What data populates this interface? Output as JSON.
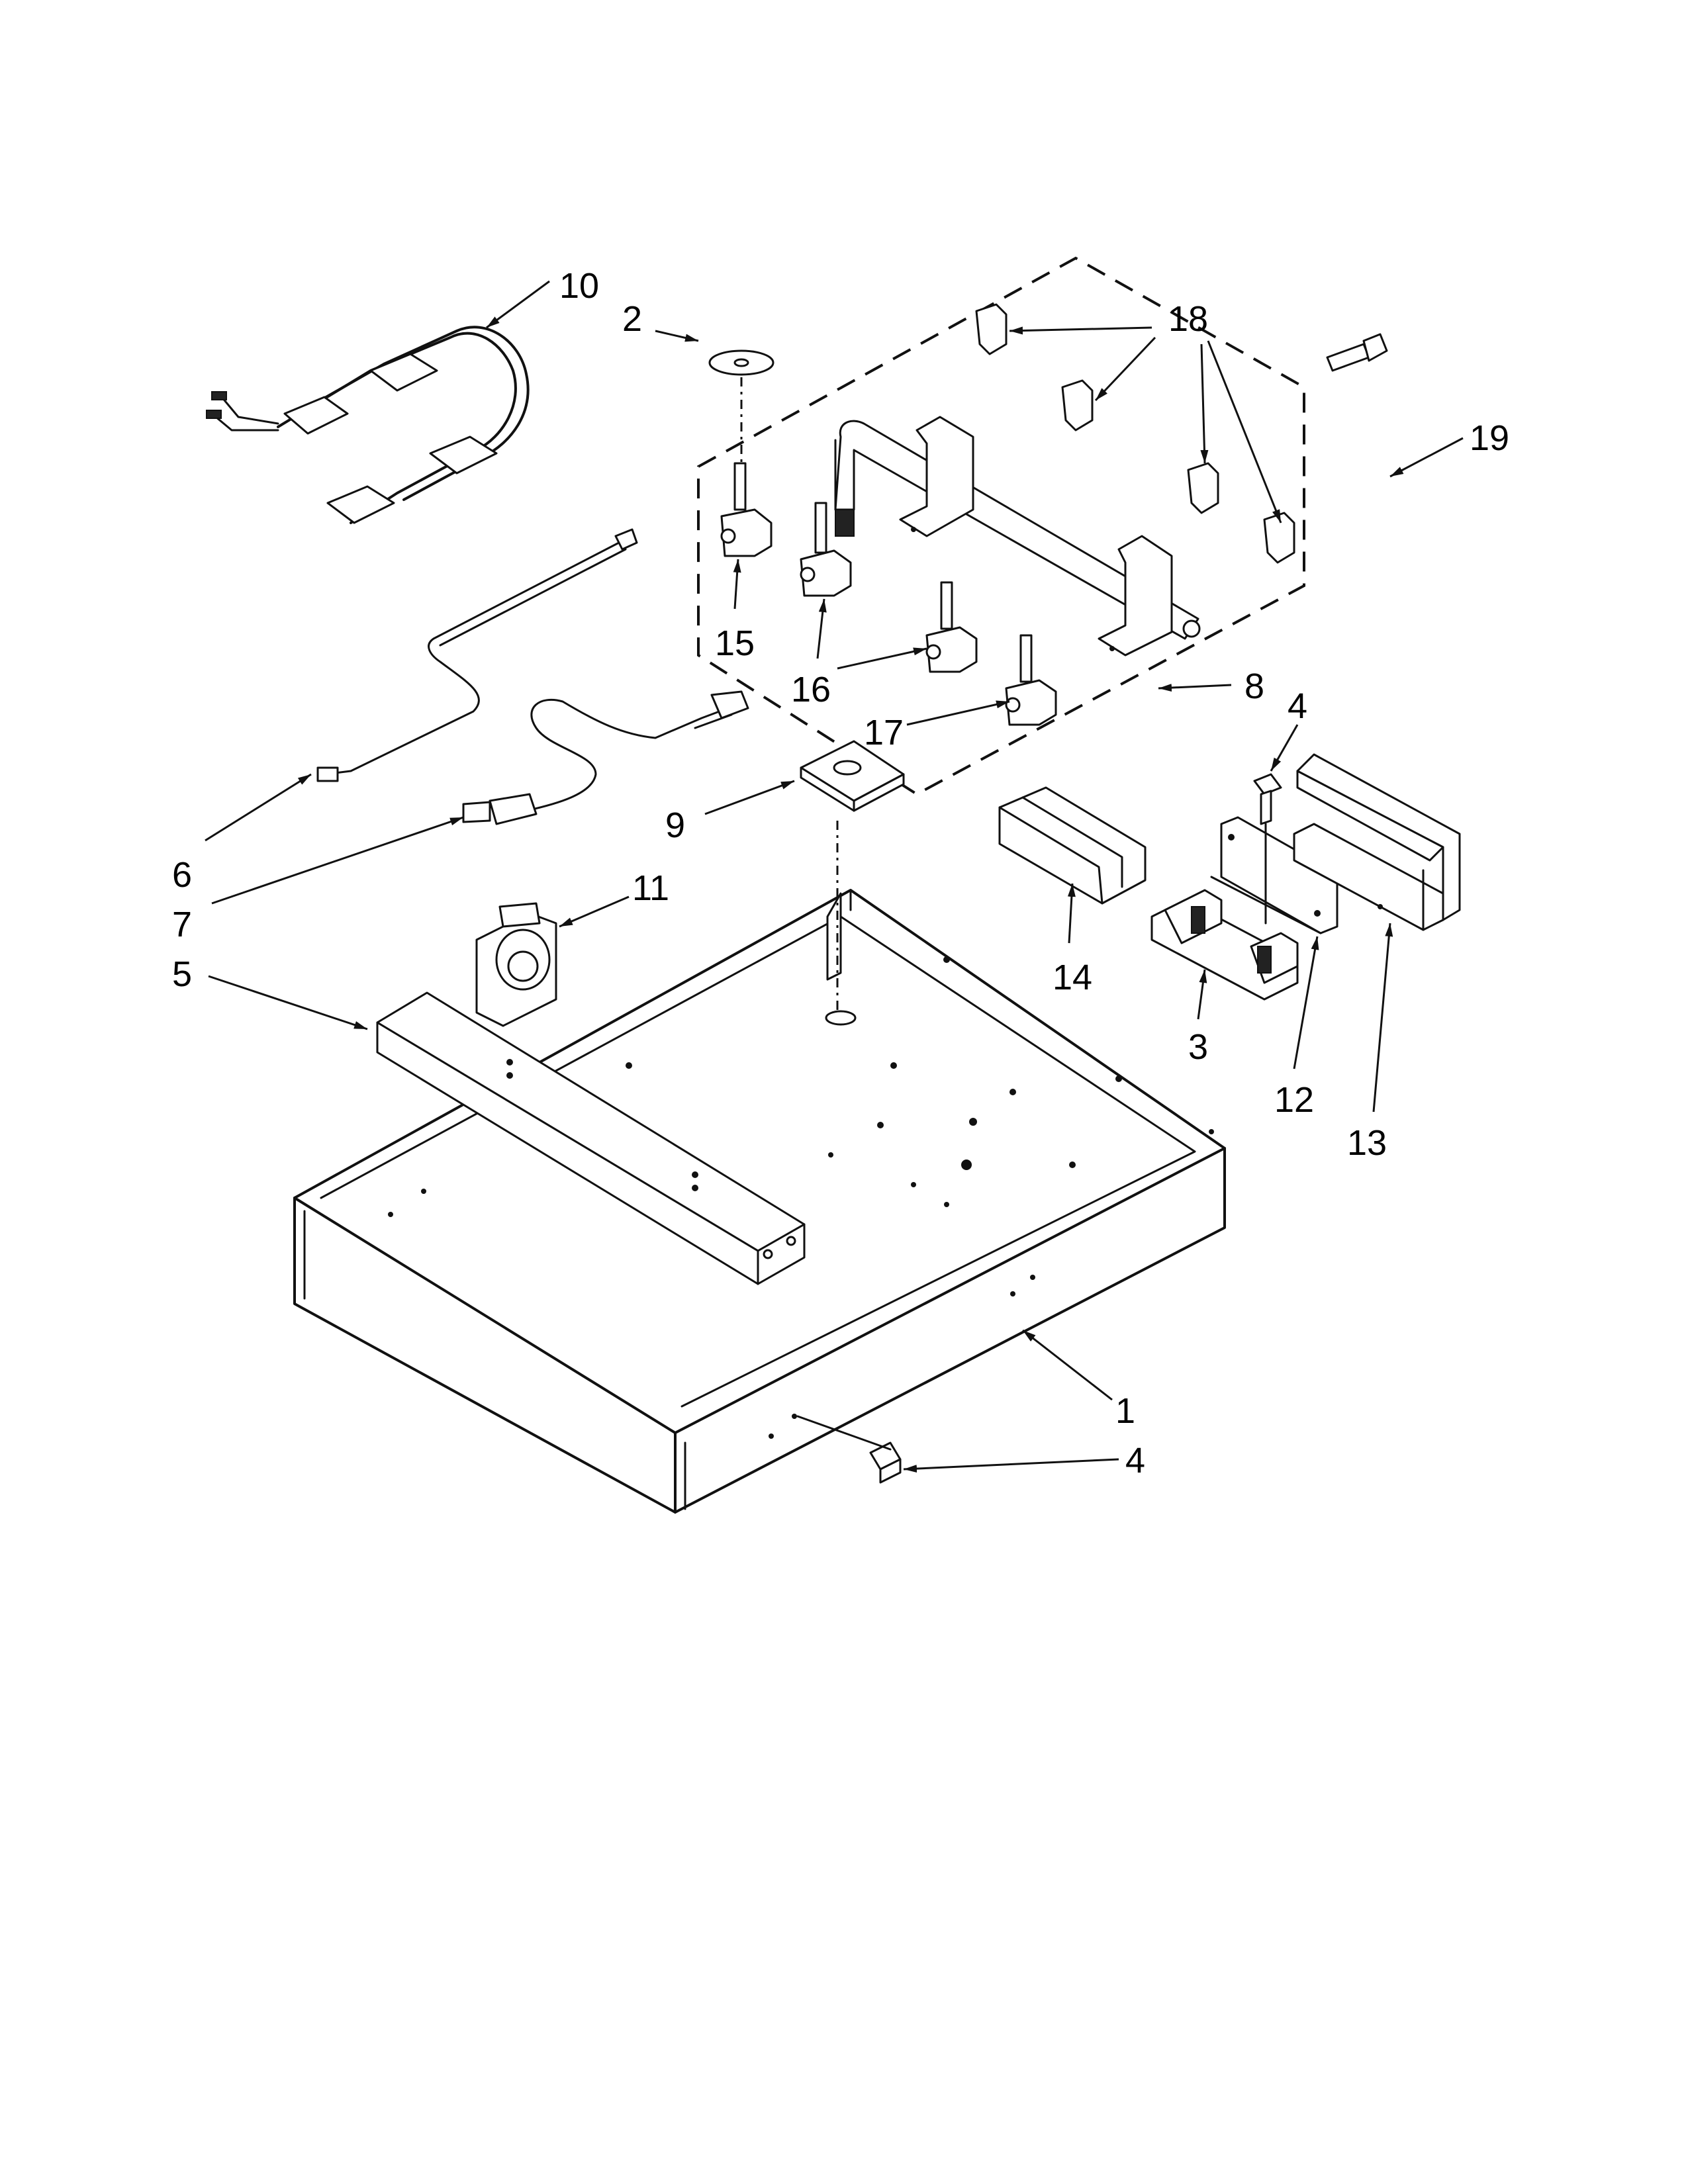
{
  "callouts": {
    "c1": "1",
    "c2": "2",
    "c3": "3",
    "c4a": "4",
    "c4b": "4",
    "c5": "5",
    "c6": "6",
    "c7": "7",
    "c8": "8",
    "c9": "9",
    "c10": "10",
    "c11": "11",
    "c12": "12",
    "c13": "13",
    "c14": "14",
    "c15": "15",
    "c16": "16",
    "c17": "17",
    "c18": "18",
    "c19": "19"
  }
}
